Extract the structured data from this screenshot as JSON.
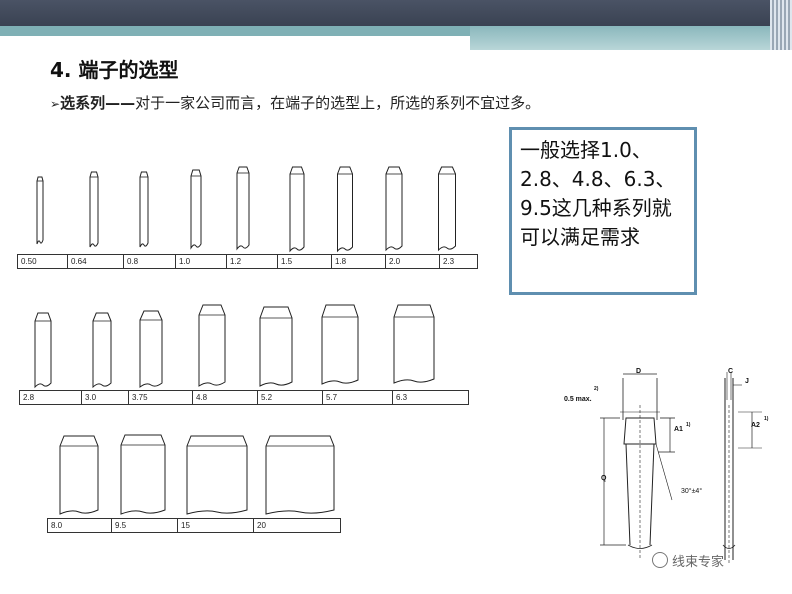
{
  "slide": {
    "title": "4. 端子的选型",
    "bullet_label": "选系列——",
    "bullet_text": "对于一家公司而言，在端子的选型上，所选的系列不宜过多。",
    "note_text": "一般选择1.0、2.8、4.8、6.3、9.5这几种系列就可以满足需求"
  },
  "rows": [
    {
      "sizes": [
        "0.50",
        "0.64",
        "0.8",
        "1.0",
        "1.2",
        "1.5",
        "1.8",
        "2.0",
        "2.3"
      ]
    },
    {
      "sizes": [
        "2.8",
        "3.0",
        "3.75",
        "4.8",
        "5.2",
        "5.7",
        "6.3"
      ]
    },
    {
      "sizes": [
        "8.0",
        "9.5",
        "15",
        "20"
      ]
    }
  ],
  "drawing": {
    "labels": [
      "D",
      "0.5 max.",
      "2)",
      "A1",
      "1)",
      "Q",
      "30°±4°",
      "C",
      "J",
      "A2",
      "1)"
    ]
  },
  "watermark": "线束专家",
  "colors": {
    "note_border": "#5f8fb0",
    "topbar": "#3f4757",
    "strip": "#7fb0b5"
  }
}
